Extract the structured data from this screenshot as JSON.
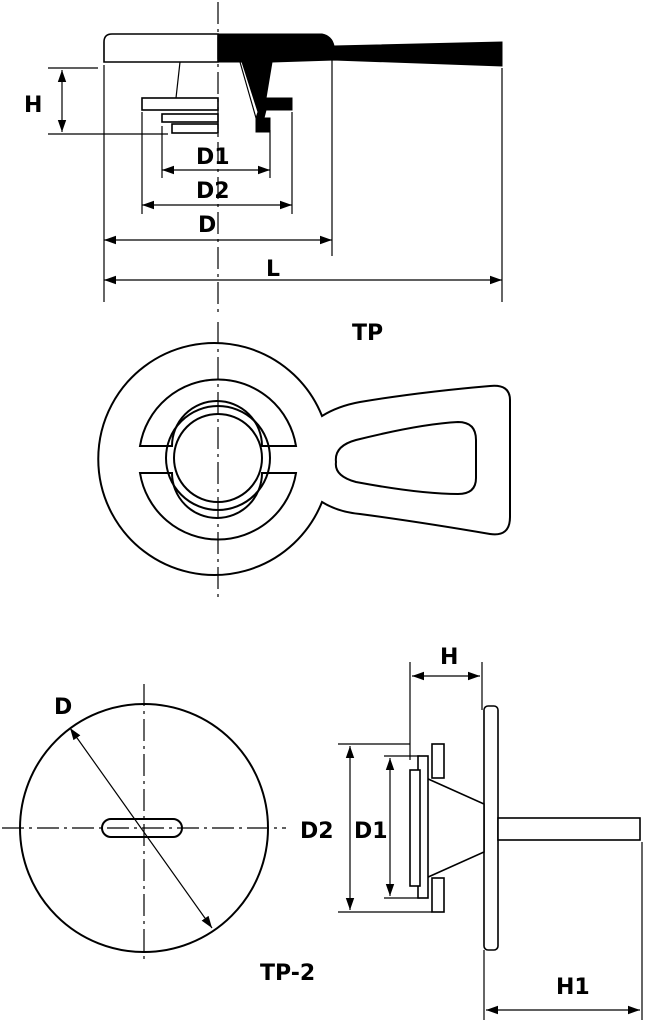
{
  "top_view": {
    "labels": {
      "h": "H",
      "d1": "D1",
      "d2": "D2",
      "d": "D",
      "l": "L"
    }
  },
  "middle_view": {
    "title": "TP"
  },
  "bottom_view": {
    "title": "TP-2",
    "labels": {
      "d": "D",
      "h": "H",
      "d2": "D2",
      "d1": "D1",
      "h1": "H1"
    }
  },
  "colors": {
    "line": "#000000",
    "background": "#ffffff"
  }
}
